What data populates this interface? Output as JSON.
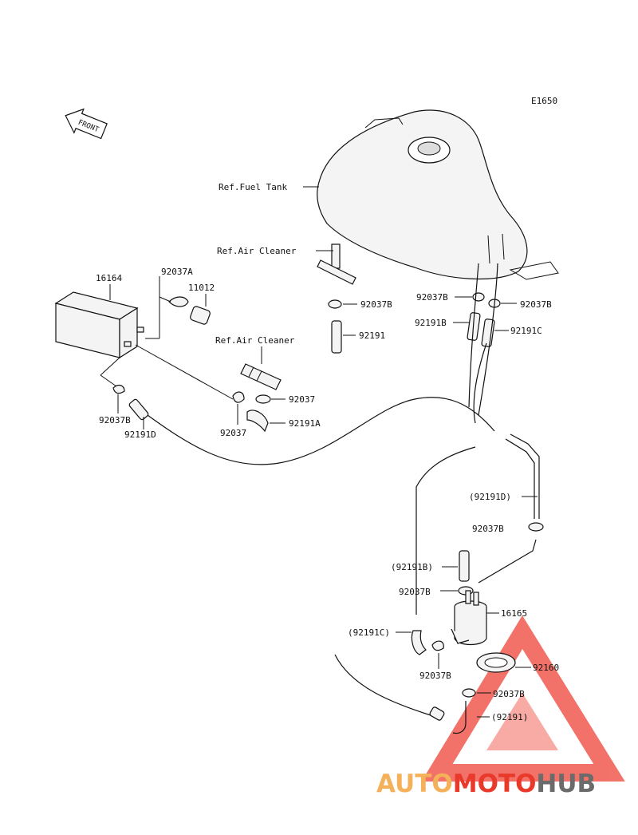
{
  "diagram": {
    "code": "E1650",
    "front_arrow": "FRONT",
    "labels": {
      "ref_fuel_tank": "Ref.Fuel Tank",
      "ref_air_cleaner_1": "Ref.Air Cleaner",
      "ref_air_cleaner_2": "Ref.Air Cleaner",
      "p16164": "16164",
      "p92037A": "92037A",
      "p11012": "11012",
      "p92037B_a": "92037B",
      "p92191": "92191",
      "p92037B_left": "92037B",
      "p92037B_right": "92037B",
      "p92191B": "92191B",
      "p92191C": "92191C",
      "p92037_a": "92037",
      "p92191A": "92191A",
      "p92037B_c": "92037B",
      "p92191D": "92191D",
      "p92037_b": "92037",
      "p92191D_ref": "(92191D)",
      "p92037B_d": "92037B",
      "p92191B_ref": "(92191B)",
      "p92037B_e": "92037B",
      "p16165": "16165",
      "p92191C_ref": "(92191C)",
      "p92037B_f": "92037B",
      "p92160": "92160",
      "p92037B_g": "92037B",
      "p92191_ref": "(92191)"
    }
  },
  "watermark": {
    "part1": "AUTO",
    "part2": "MOTO",
    "part3": "HUB",
    "colors": {
      "auto": "#f5b15a",
      "moto": "#e8392b",
      "hub": "#6b6b6b",
      "triangle": "#f05a4f"
    }
  }
}
